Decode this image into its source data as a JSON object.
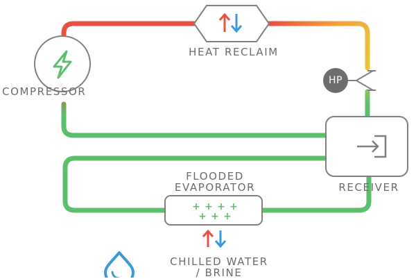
{
  "labels": {
    "heat_reclaim": "HEAT RECLAIM",
    "compressor": "COMPRESSOR",
    "hp": "HP",
    "receiver": "RECEIVER",
    "flooded_line1": "FLOODED",
    "flooded_line2": "EVAPORATOR",
    "chilled_line1": "CHILLED WATER",
    "chilled_line2": "/ BRINE"
  },
  "icons": {
    "compressor": "lightning-bolt",
    "heat_reclaim": "up-down-arrows",
    "receiver": "arrow-into-bracket",
    "evaporator": "plus-grid",
    "chilled": "water-drop",
    "exchange": "up-down-arrows",
    "hp_sensor": "pressure-branch"
  },
  "colors": {
    "hot": "#e8513f",
    "warm": "#f5a23a",
    "cool": "#5cbf6c",
    "up_arrow": "#e8513f",
    "down_arrow": "#3a9ad9",
    "drop": "#3a9ad9",
    "outline": "#7f7f7f",
    "hp_fill": "#6d6d6d",
    "text": "#6b6b6b"
  }
}
